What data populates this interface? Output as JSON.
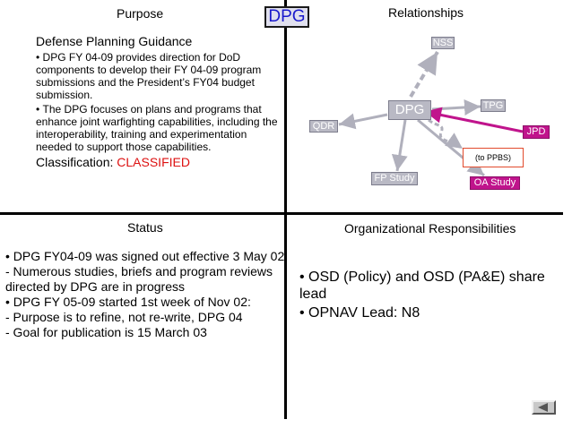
{
  "slide": {
    "center_tag": "DPG",
    "quadrants": {
      "purpose": {
        "title": "Purpose",
        "heading": "Defense Planning Guidance",
        "bullets": [
          "DPG FY 04-09 provides direction for DoD components to develop their FY 04-09 program submissions and the President’s FY04 budget submission.",
          "The DPG focuses on plans and programs that enhance joint warfighting capabilities, including the interoperability, training and experimentation needed to support those capabilities."
        ],
        "classification_label": "Classification: ",
        "classification_value": "CLASSIFIED",
        "classification_color": "#dd1111"
      },
      "relationships": {
        "title": "Relationships",
        "nodes": {
          "center": "DPG",
          "nss": "NSS",
          "tpg": "TPG",
          "jpd": "JPD",
          "qdr": "QDR",
          "fp_study": "FP Study",
          "oa_study": "OA Study",
          "to_ppbs": "(to PPBS)"
        },
        "colors": {
          "node_fill": "#b9b9c4",
          "highlight": "#c0148c",
          "outline": "#e24a2c"
        }
      },
      "status": {
        "title": "Status",
        "lines": [
          "• DPG FY04-09 was signed out effective 3 May 02",
          "- Numerous studies, briefs and program reviews directed by DPG are in progress",
          "• DPG FY 05-09 started 1st week of Nov 02:",
          "- Purpose is to refine, not re-write, DPG 04",
          "- Goal for publication is 15 March 03"
        ]
      },
      "org": {
        "title": "Organizational Responsibilities",
        "bullets": [
          "• OSD (Policy) and OSD (PA&E) share lead",
          "• OPNAV Lead: N8"
        ]
      }
    },
    "nav_icon": "back-arrow-icon"
  }
}
